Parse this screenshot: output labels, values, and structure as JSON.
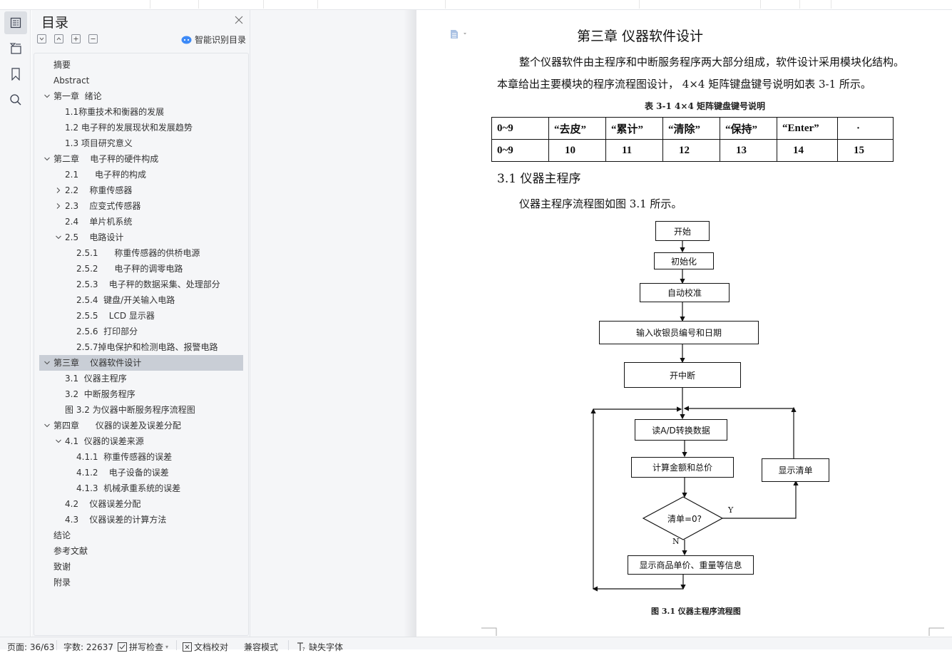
{
  "sidebar_rail": {
    "items": [
      {
        "icon": "toc-icon",
        "active": true
      },
      {
        "icon": "navigation-icon",
        "active": false
      },
      {
        "icon": "bookmark-icon",
        "active": false
      },
      {
        "icon": "search-icon",
        "active": false
      }
    ]
  },
  "toc_panel": {
    "title": "目录",
    "smart_label": "智能识别目录",
    "tools": [
      "expand-down",
      "collapse-up",
      "expand-all",
      "collapse-all"
    ],
    "items": [
      {
        "label": "摘要",
        "level": 0,
        "caret": "none"
      },
      {
        "label": "Abstract",
        "level": 0,
        "caret": "none"
      },
      {
        "label": "第一章  绪论",
        "level": 0,
        "caret": "down"
      },
      {
        "label": "1.1称重技术和衡器的发展",
        "level": 1,
        "caret": "none"
      },
      {
        "label": "1.2 电子秤的发展现状和发展趋势",
        "level": 1,
        "caret": "none"
      },
      {
        "label": "1.3 项目研究意义",
        "level": 1,
        "caret": "none"
      },
      {
        "label": "第二章    电子秤的硬件构成",
        "level": 0,
        "caret": "down"
      },
      {
        "label": "2.1      电子秤的构成",
        "level": 1,
        "caret": "none"
      },
      {
        "label": "2.2    称重传感器",
        "level": 1,
        "caret": "right"
      },
      {
        "label": "2.3    应变式传感器",
        "level": 1,
        "caret": "right"
      },
      {
        "label": "2.4    单片机系统",
        "level": 1,
        "caret": "none"
      },
      {
        "label": "2.5    电路设计",
        "level": 1,
        "caret": "down"
      },
      {
        "label": "2.5.1      称重传感器的供桥电源",
        "level": 2,
        "caret": "none"
      },
      {
        "label": "2.5.2      电子秤的调零电路",
        "level": 2,
        "caret": "none"
      },
      {
        "label": "2.5.3    电子秤的数据采集、处理部分",
        "level": 2,
        "caret": "none"
      },
      {
        "label": "2.5.4  键盘/开关输入电路",
        "level": 2,
        "caret": "none"
      },
      {
        "label": "2.5.5    LCD 显示器",
        "level": 2,
        "caret": "none"
      },
      {
        "label": "2.5.6  打印部分",
        "level": 2,
        "caret": "none"
      },
      {
        "label": "2.5.7掉电保护和检测电路、报警电路",
        "level": 2,
        "caret": "none"
      },
      {
        "label": "第三章    仪器软件设计",
        "level": 0,
        "caret": "down",
        "selected": true
      },
      {
        "label": "3.1  仪器主程序",
        "level": 1,
        "caret": "none"
      },
      {
        "label": "3.2  中断服务程序",
        "level": 1,
        "caret": "none"
      },
      {
        "label": "图 3.2 为仪器中断服务程序流程图",
        "level": 1,
        "caret": "none"
      },
      {
        "label": "第四章      仪器的误差及误差分配",
        "level": 0,
        "caret": "down"
      },
      {
        "label": "4.1  仪器的误差来源",
        "level": 1,
        "caret": "down"
      },
      {
        "label": "4.1.1  称重传感器的误差",
        "level": 2,
        "caret": "none"
      },
      {
        "label": "4.1.2    电子设备的误差",
        "level": 2,
        "caret": "none"
      },
      {
        "label": "4.1.3  机械承重系统的误差",
        "level": 2,
        "caret": "none"
      },
      {
        "label": "4.2    仪器误差分配",
        "level": 1,
        "caret": "none"
      },
      {
        "label": "4.3    仪器误差的计算方法",
        "level": 1,
        "caret": "none"
      },
      {
        "label": "结论",
        "level": 0,
        "caret": "none"
      },
      {
        "label": "参考文献",
        "level": 0,
        "caret": "none"
      },
      {
        "label": "致谢",
        "level": 0,
        "caret": "none"
      },
      {
        "label": "附录",
        "level": 0,
        "caret": "none"
      }
    ]
  },
  "document": {
    "chapter_title": "第三章     仪器软件设计",
    "para1_line1": "整个仪器软件由主程序和中断服务程序两大部分组成，软件设计采用模块化结构。",
    "para1_line2": "本章给出主要模块的程序流程图设计，  4×4 矩阵键盘键号说明如表 3-1 所示。",
    "table_caption": "表 3-1    4×4 矩阵键盘键号说明",
    "table": {
      "rows": [
        [
          "0~9",
          "“去皮”",
          "“累计”",
          "“清除”",
          "“保持”",
          "“Enter”",
          "·"
        ],
        [
          "0~9",
          "10",
          "11",
          "12",
          "13",
          "14",
          "15"
        ]
      ]
    },
    "section_title": "3.1  仪器主程序",
    "section_para": "仪器主程序流程图如图 3.1 所示。",
    "flowchart": {
      "nodes": {
        "start": "开始",
        "init": "初始化",
        "calibrate": "自动校准",
        "input": "输入收银员编号和日期",
        "enable_int": "开中断",
        "read_ad": "读A/D转换数据",
        "compute": "计算金额和总价",
        "decision": "清单=0?",
        "show_list": "显示清单",
        "show_info": "显示商品单价、重量等信息"
      },
      "yes_label": "Y",
      "no_label": "N"
    },
    "figure_caption": "图 3.1    仪器主程序流程图"
  },
  "statusbar": {
    "page": "页面: 36/63",
    "words": "字数: 22637",
    "spellcheck": "拼写检查",
    "proofread": "文档校对",
    "compat": "兼容模式",
    "missing_font": "缺失字体"
  }
}
